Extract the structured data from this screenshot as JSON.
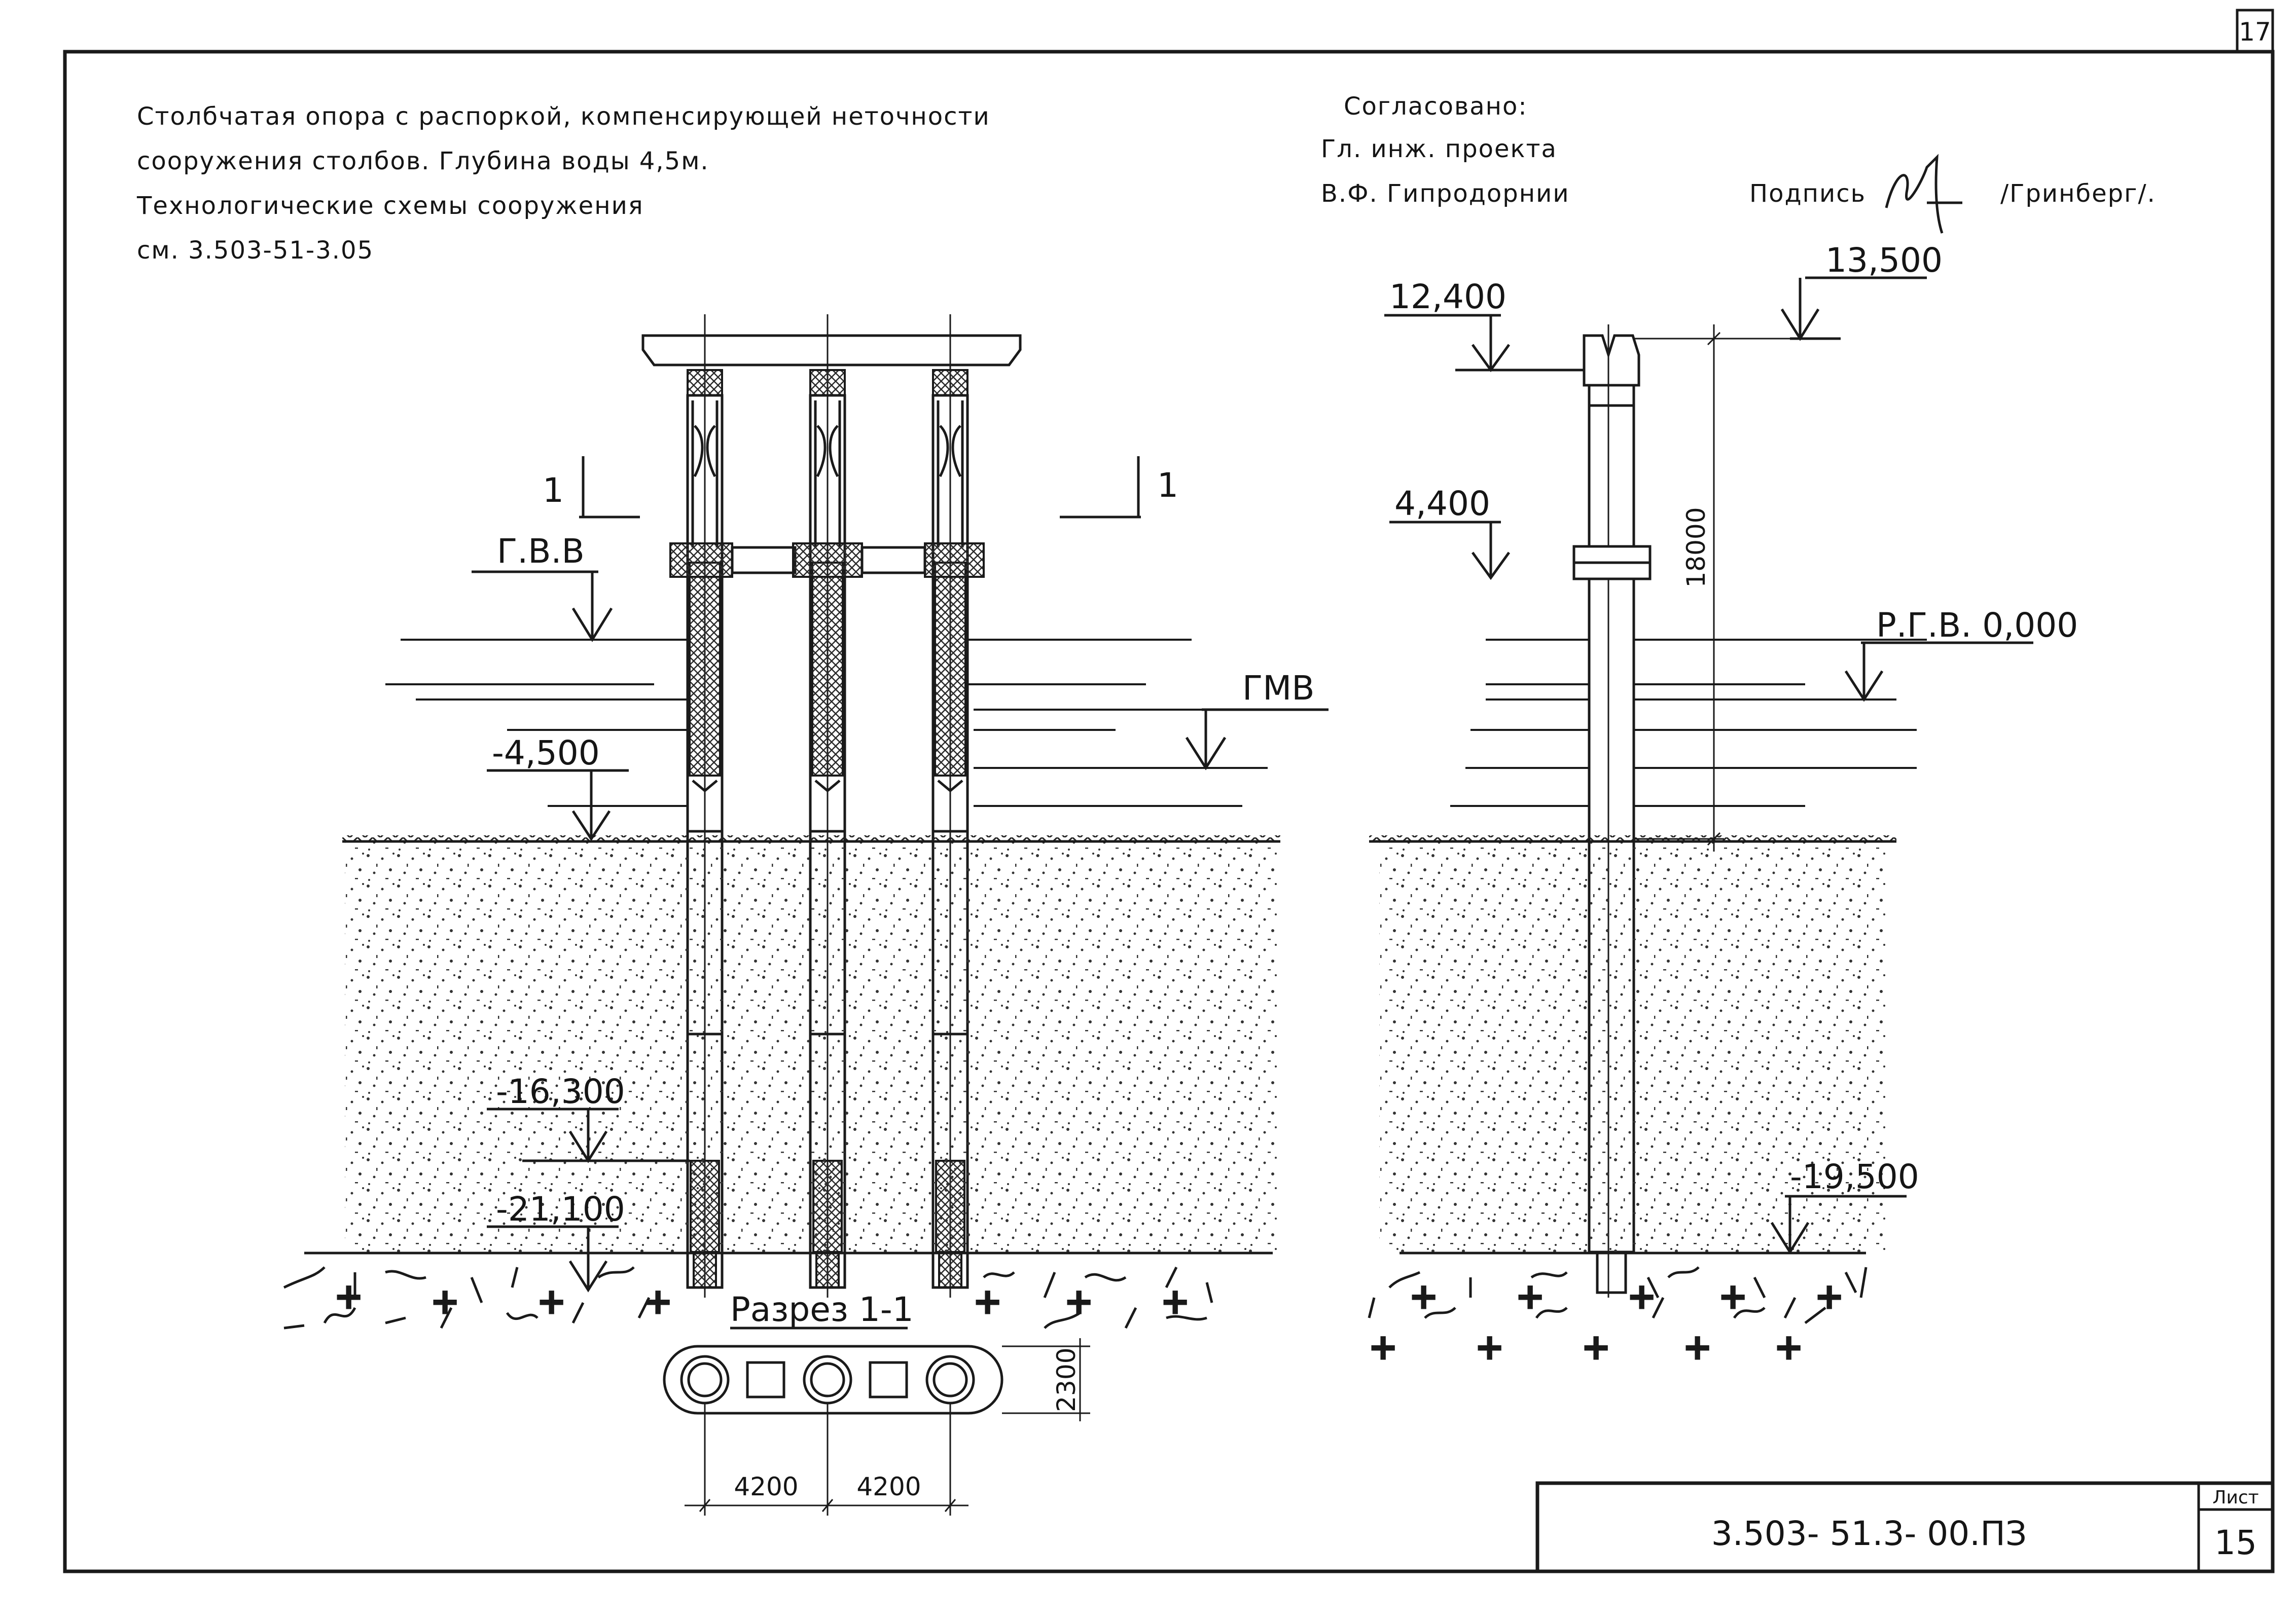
{
  "sheet_number_corner": "17",
  "title_lines": [
    "Столбчатая опора с распоркой, компенсирующей неточности",
    "сооружения столбов. Глубина воды 4,5м.",
    "Технологические схемы сооружения",
    "см. 3.503-51-3.05"
  ],
  "approval": {
    "heading": "Согласовано:",
    "position": "Гл. инж. проекта",
    "organization": "В.Ф. Гипродорнии",
    "signature_label": "Подпись",
    "signer": "/Гринберг/."
  },
  "left_view": {
    "labels": {
      "section_mark_left": "1",
      "section_mark_right": "1",
      "high_water": "Г.В.В",
      "low_water": "ГМВ",
      "bottom": "-4,500",
      "level_a": "-16,300",
      "level_b": "-21,100"
    },
    "section": {
      "title": "Разрез 1-1",
      "width_dim": "2300",
      "spacing_1": "4200",
      "spacing_2": "4200"
    }
  },
  "right_view": {
    "labels": {
      "top": "13,500",
      "cap": "12,400",
      "strut": "4,400",
      "height": "18000",
      "water": "Р.Г.В. 0,000",
      "pile_tip": "-19,500"
    }
  },
  "stamp": {
    "doc_code": "3.503- 51.3- 00.ПЗ",
    "sheet_label": "Лист",
    "sheet_value": "15"
  }
}
